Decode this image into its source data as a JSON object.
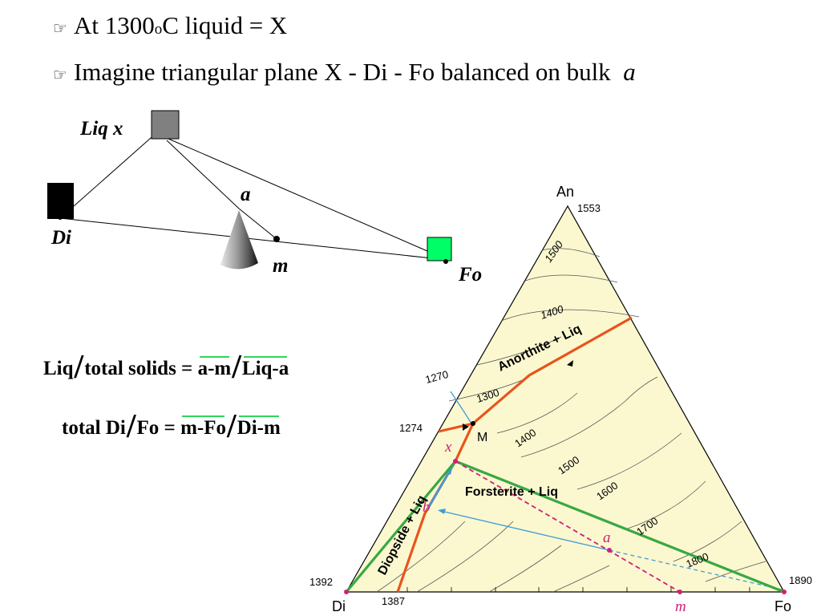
{
  "bullets": [
    {
      "icon": "pointing-hand-icon",
      "pre": "At 1300",
      "sup": "o",
      "post": "C liquid = X"
    },
    {
      "icon": "pointing-hand-icon",
      "text": "Imagine triangular plane X - Di - Fo balanced on bulk",
      "italic": "a"
    }
  ],
  "schematic": {
    "liq_label": "Liq x",
    "di_label": "Di",
    "fo_label": "Fo",
    "a_label": "a",
    "m_label": "m",
    "colors": {
      "liq": "#808080",
      "di": "#000000",
      "fo": "#00ff66"
    }
  },
  "formulas": {
    "f1": {
      "lhs": "Liq",
      "mid": "total solids = ",
      "num": "a-m",
      "den": "Liq-a"
    },
    "f2": {
      "lhs": "total Di",
      "mid": "Fo = ",
      "num": "m-Fo",
      "den": "Di-m"
    }
  },
  "ternary": {
    "vertices": {
      "top": "An",
      "left": "Di",
      "right": "Fo"
    },
    "vertex_temps": {
      "top": "1553",
      "left": "1392",
      "right": "1890"
    },
    "side_temps": [
      "1387",
      "1274",
      "1270"
    ],
    "field_labels": [
      "Anorthite + Liq",
      "Forsterite + Liq",
      "Diopside + Liq"
    ],
    "isotherms": [
      "1500",
      "1400",
      "1300",
      "1400",
      "1500",
      "1600",
      "1700",
      "1800"
    ],
    "points": {
      "M": "M",
      "x": "x",
      "b": "b",
      "a": "a",
      "m": "m"
    },
    "colors": {
      "fill": "#fbf8d0",
      "cotectic": "#e8541c",
      "green": "#38a844",
      "blue": "#3e9bd6",
      "magenta": "#d0207a"
    }
  }
}
